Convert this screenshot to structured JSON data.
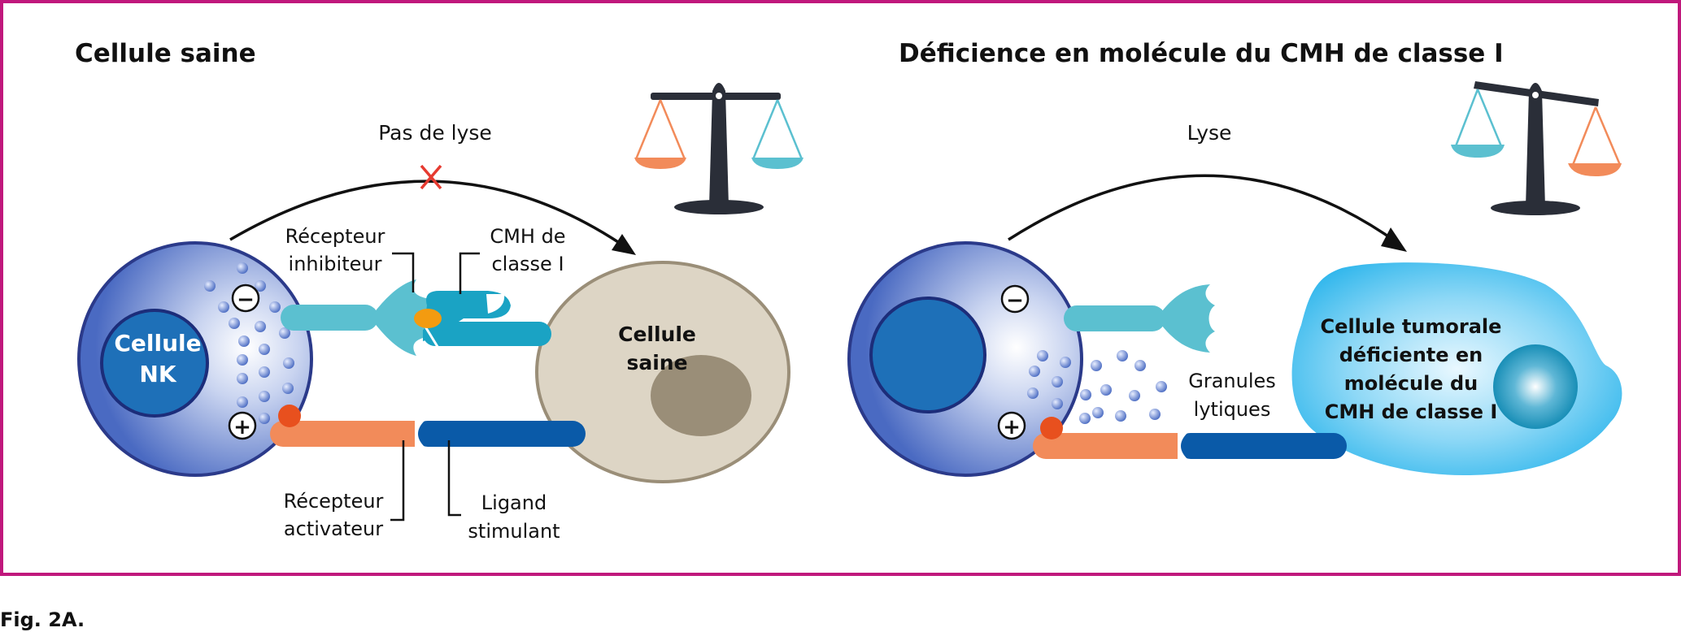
{
  "left_panel": {
    "title": "Cellule saine",
    "arrow_label": "Pas de lyse",
    "nk_cell_label": [
      "Cellule",
      "NK"
    ],
    "target_cell_label": [
      "Cellule",
      "saine"
    ],
    "inhibitor_receptor_label": [
      "Récepteur",
      "inhibiteur"
    ],
    "mhc_label": [
      "CMH de",
      "classe I"
    ],
    "activator_receptor_label": [
      "Récepteur",
      "activateur"
    ],
    "ligand_label": [
      "Ligand",
      "stimulant"
    ],
    "minus_sign": "−",
    "plus_sign": "+"
  },
  "right_panel": {
    "title": "Déficience en molécule du CMH de classe I",
    "arrow_label": "Lyse",
    "granules_label": [
      "Granules",
      "lytiques"
    ],
    "target_cell_label": [
      "Cellule tumorale",
      "déficiente en",
      "molécule du",
      "CMH de classe I"
    ],
    "minus_sign": "−",
    "plus_sign": "+"
  },
  "caption": "Fig. 2A.",
  "colors": {
    "frame": "#c0187c",
    "nk_outer": "#4a6fc4",
    "nk_nucleus": "#1e70b8",
    "inhibitory_receptor": "#5bc0d0",
    "mhc": "#1aa3c4",
    "activating_receptor": "#f28b5a",
    "ligand": "#0a5aa8",
    "healthy_cell": "#ddd5c5",
    "healthy_nucleus": "#9a8e78",
    "tumor_cell": "#3bbbee",
    "scale": "#2a2e38",
    "cross": "#e63a30"
  }
}
